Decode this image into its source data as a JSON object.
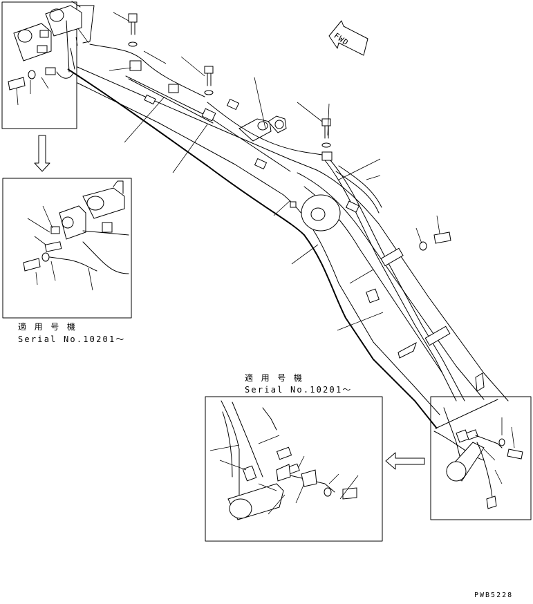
{
  "annotations": {
    "left": {
      "applicable": "適 用 号 機",
      "serial": "Serial No.10201～"
    },
    "bottom": {
      "applicable": "適 用 号 機",
      "serial": "Serial No.10201～"
    }
  },
  "fwd_marker": {
    "text": "FWD",
    "icon": "direction-arrow-icon"
  },
  "drawing_code": "PWB5228",
  "colors": {
    "line": "#000000",
    "background": "#ffffff"
  }
}
